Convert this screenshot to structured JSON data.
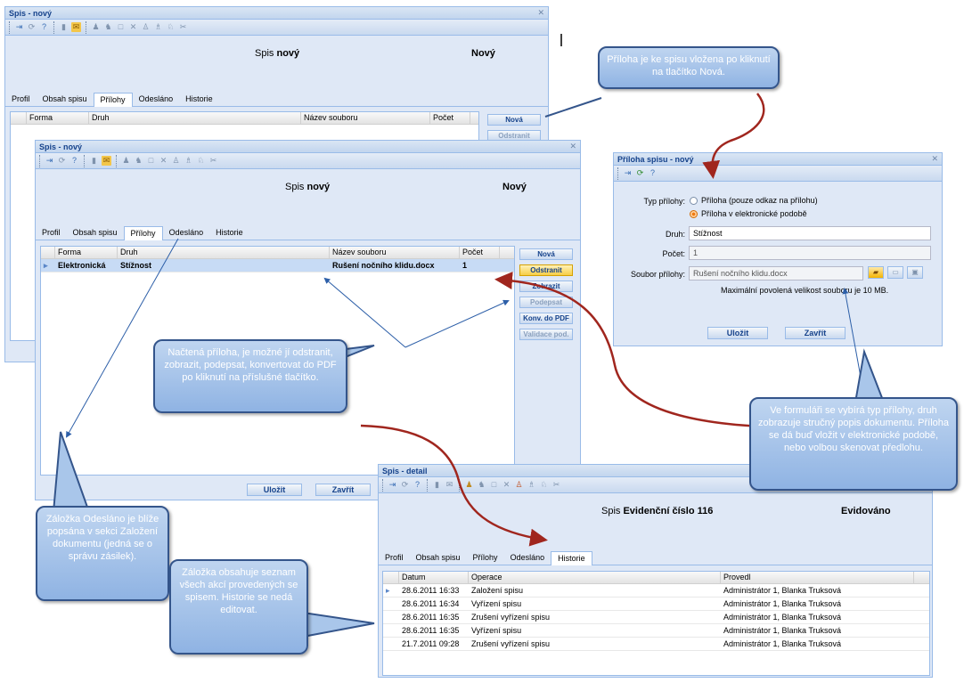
{
  "colors": {
    "accent": "#15428b",
    "border": "#99bbe8",
    "panel": "#dfe8f6",
    "callout": "#8fb3e3",
    "arrow_red": "#a0261e",
    "arrow_blue": "#2d5fa8"
  },
  "toolbar_icons": [
    "first-icon",
    "refresh-icon",
    "help-icon",
    "doc-icon",
    "mail-icon",
    "person-icon",
    "person-x-icon",
    "blank-icon",
    "close-icon",
    "group-icon",
    "group2-icon",
    "person-arrow-icon",
    "person-cut-icon"
  ],
  "win1": {
    "title": "Spis - nový",
    "spis_label": "Spis",
    "spis_value": "nový",
    "status": "Nový",
    "tabs": [
      "Profil",
      "Obsah spisu",
      "Přílohy",
      "Odesláno",
      "Historie"
    ],
    "active_tab": 2,
    "columns": [
      "Forma",
      "Druh",
      "Název souboru",
      "Počet"
    ],
    "buttons": [
      "Nová",
      "Odstranit"
    ]
  },
  "win2": {
    "title": "Spis - nový",
    "spis_label": "Spis",
    "spis_value": "nový",
    "status": "Nový",
    "tabs": [
      "Profil",
      "Obsah spisu",
      "Přílohy",
      "Odesláno",
      "Historie"
    ],
    "active_tab": 2,
    "columns": [
      "Forma",
      "Druh",
      "Název souboru",
      "Počet"
    ],
    "rows": [
      {
        "forma": "Elektronická",
        "druh": "Stížnost",
        "nazev": "Rušení nočního klidu.docx",
        "pocet": "1"
      }
    ],
    "buttons": [
      "Nová",
      "Odstranit",
      "Zobrazit",
      "Podepsat",
      "Konv. do PDF",
      "Validace pod."
    ],
    "save": "Uložit",
    "close": "Zavřít"
  },
  "dialog": {
    "title": "Příloha spisu - nový",
    "type_label": "Typ přílohy:",
    "type_opt1": "Příloha (pouze odkaz na přílohu)",
    "type_opt2": "Příloha v elektronické podobě",
    "druh_label": "Druh:",
    "druh_value": "Stížnost",
    "pocet_label": "Počet:",
    "pocet_value": "1",
    "soubor_label": "Soubor přílohy:",
    "soubor_value": "Rušení nočního klidu.docx",
    "max_size": "Maximální povolená velikost souboru je 10 MB.",
    "save": "Uložit",
    "close": "Zavřít"
  },
  "detail": {
    "title": "Spis - detail",
    "spis_label": "Spis",
    "spis_value": "Evidenční číslo 116",
    "status": "Evidováno",
    "tabs": [
      "Profil",
      "Obsah spisu",
      "Přílohy",
      "Odesláno",
      "Historie"
    ],
    "active_tab": 4,
    "columns": [
      "Datum",
      "Operace",
      "Provedl"
    ],
    "rows": [
      {
        "datum": "28.6.2011 16:33",
        "operace": "Založení spisu",
        "provedl": "Administrátor 1, Blanka Truksová"
      },
      {
        "datum": "28.6.2011 16:34",
        "operace": "Vyřízení spisu",
        "provedl": "Administrátor 1, Blanka Truksová"
      },
      {
        "datum": "28.6.2011 16:35",
        "operace": "Zrušení vyřízení spisu",
        "provedl": "Administrátor 1, Blanka Truksová"
      },
      {
        "datum": "28.6.2011 16:35",
        "operace": "Vyřízení spisu",
        "provedl": "Administrátor 1, Blanka Truksová"
      },
      {
        "datum": "21.7.2011 09:28",
        "operace": "Zrušení vyřízení spisu",
        "provedl": "Administrátor 1, Blanka Truksová"
      }
    ]
  },
  "callouts": {
    "c1": "Příloha je ke spisu vložena po kliknutí na tlačítko Nová.",
    "c2": "Načtená příloha, je možné jí odstranit, zobrazit, podepsat, konvertovat do PDF po kliknutí na příslušné tlačítko.",
    "c3": "Ve formuláři se vybírá typ přílohy, druh zobrazuje stručný popis dokumentu. Příloha se dá buď vložit v elektronické podobě, nebo volbou skenovat předlohu.",
    "c4": "Záložka Odesláno je blíže popsána v sekci Založení dokumentu (jedná se o správu zásilek).",
    "c5": "Záložka obsahuje seznam všech akcí provedených se spisem. Historie se nedá editovat."
  }
}
